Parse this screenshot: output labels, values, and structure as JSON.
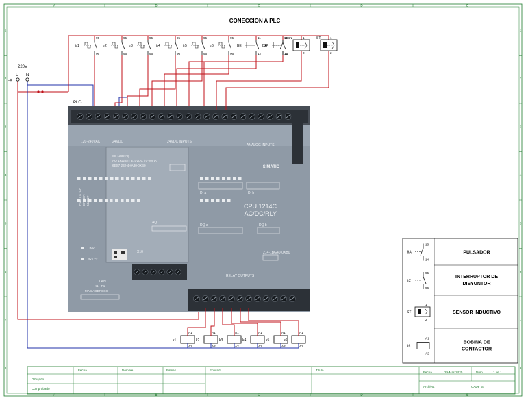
{
  "title": "CONECCION A PLC",
  "frame": {
    "cols": [
      "A",
      "B",
      "C",
      "D",
      "E"
    ],
    "rows": [
      "1",
      "2",
      "3",
      "4",
      "5",
      "6",
      "7",
      "8"
    ]
  },
  "supply": {
    "voltage": "220V",
    "line": "L",
    "neutral": "N",
    "terminal": "-X"
  },
  "plc_label": "PLC",
  "plc": {
    "supply_labels": "120-240VAC",
    "dc_label": "24VDC",
    "inputs_label": "24VDC INPUTS",
    "analog_label": "ANALOG INPUTS",
    "di_label": "DI a",
    "di_b_label": "DI b",
    "module_text": [
      "SB 1232 AQ",
      "AQ 1x12 BIT ±10VDC / 0-20mA",
      "6ES7 232-4HA30-0XB0"
    ],
    "aq_label": "AQ",
    "dq_a_label": "DQ a",
    "dq_b_label": "DQ b",
    "cpu_model": "CPU 1214C",
    "cpu_type": "AC/DC/RLY",
    "run_labels": [
      "RUN / STOP",
      "ERROR",
      "MAINT"
    ],
    "link_labels": [
      "LINK",
      "Rx / Tx"
    ],
    "lan_labels": [
      "LAN",
      "X1 · P1",
      "MAC ADDRESS"
    ],
    "x10_label": "X10",
    "relay_label": "RELAY OUTPUTS",
    "part_number": "214-1BG40-0XB0",
    "siemens_logo": "SIMATIC"
  },
  "inputs": [
    {
      "tag": "tr1",
      "top": "95",
      "bottom": "96"
    },
    {
      "tag": "tr2",
      "top": "95",
      "bottom": "96"
    },
    {
      "tag": "tr3",
      "top": "95",
      "bottom": "96"
    },
    {
      "tag": "tr4",
      "top": "95",
      "bottom": "96"
    },
    {
      "tag": "tr5",
      "top": "95",
      "bottom": "96"
    },
    {
      "tag": "tr6",
      "top": "95",
      "bottom": "96"
    },
    {
      "tag": "BE",
      "top": "11",
      "bottom": "12"
    },
    {
      "tag": "BP",
      "top": "11",
      "bottom": "12"
    },
    {
      "tag": "BA",
      "top": "13BN",
      "bottom": "14"
    }
  ],
  "sensors": [
    {
      "tag": "",
      "top": "1",
      "bottom": "2"
    },
    {
      "tag": "ST",
      "top": "1",
      "bottom": "2"
    }
  ],
  "coils": [
    {
      "tag": "k1",
      "a1": "A1",
      "a2": "A2"
    },
    {
      "tag": "k2",
      "a1": "A1",
      "a2": "A2"
    },
    {
      "tag": "k3",
      "a1": "A1",
      "a2": "A2"
    },
    {
      "tag": "k4",
      "a1": "A1",
      "a2": "A2"
    },
    {
      "tag": "k5",
      "a1": "A1",
      "a2": "A2"
    },
    {
      "tag": "k6",
      "a1": "A1",
      "a2": "A2"
    }
  ],
  "legend": [
    {
      "tag": "BA",
      "pins": [
        "13",
        "14"
      ],
      "name": "PULSADOR"
    },
    {
      "tag": "tr2",
      "pins": [
        "95",
        "96"
      ],
      "name": "INTERRUPTOR DE DISYUNTOR"
    },
    {
      "tag": "ST",
      "pins": [
        "1",
        "2"
      ],
      "name": "SENSOR INDUCTIVO"
    },
    {
      "tag": "k6",
      "pins": [
        "A1",
        "A2"
      ],
      "name": "BOBINA DE CONTACTOR"
    }
  ],
  "titleblock": {
    "fecha_label": "Fecha",
    "nombre_label": "Nombre",
    "firmas_label": "Firmas",
    "entidad_label": "Entidad",
    "titulo_label": "Título",
    "dibujado_label": "Dibujado",
    "comprobado_label": "Comprobado",
    "fecha2_label": "Fecha",
    "fecha_value": "29-Mar-2020",
    "num_label": "Núm",
    "num_value": "1 de 1",
    "archivo_label": "Archivo:",
    "archivo_value": "CADe_SI"
  },
  "colors": {
    "frame": "#1d7a2c",
    "line_red": "#c0121a",
    "line_blue": "#2030a8",
    "ink": "#111111",
    "plc_body": "#8f9aa6",
    "plc_dark": "#3d434b"
  }
}
